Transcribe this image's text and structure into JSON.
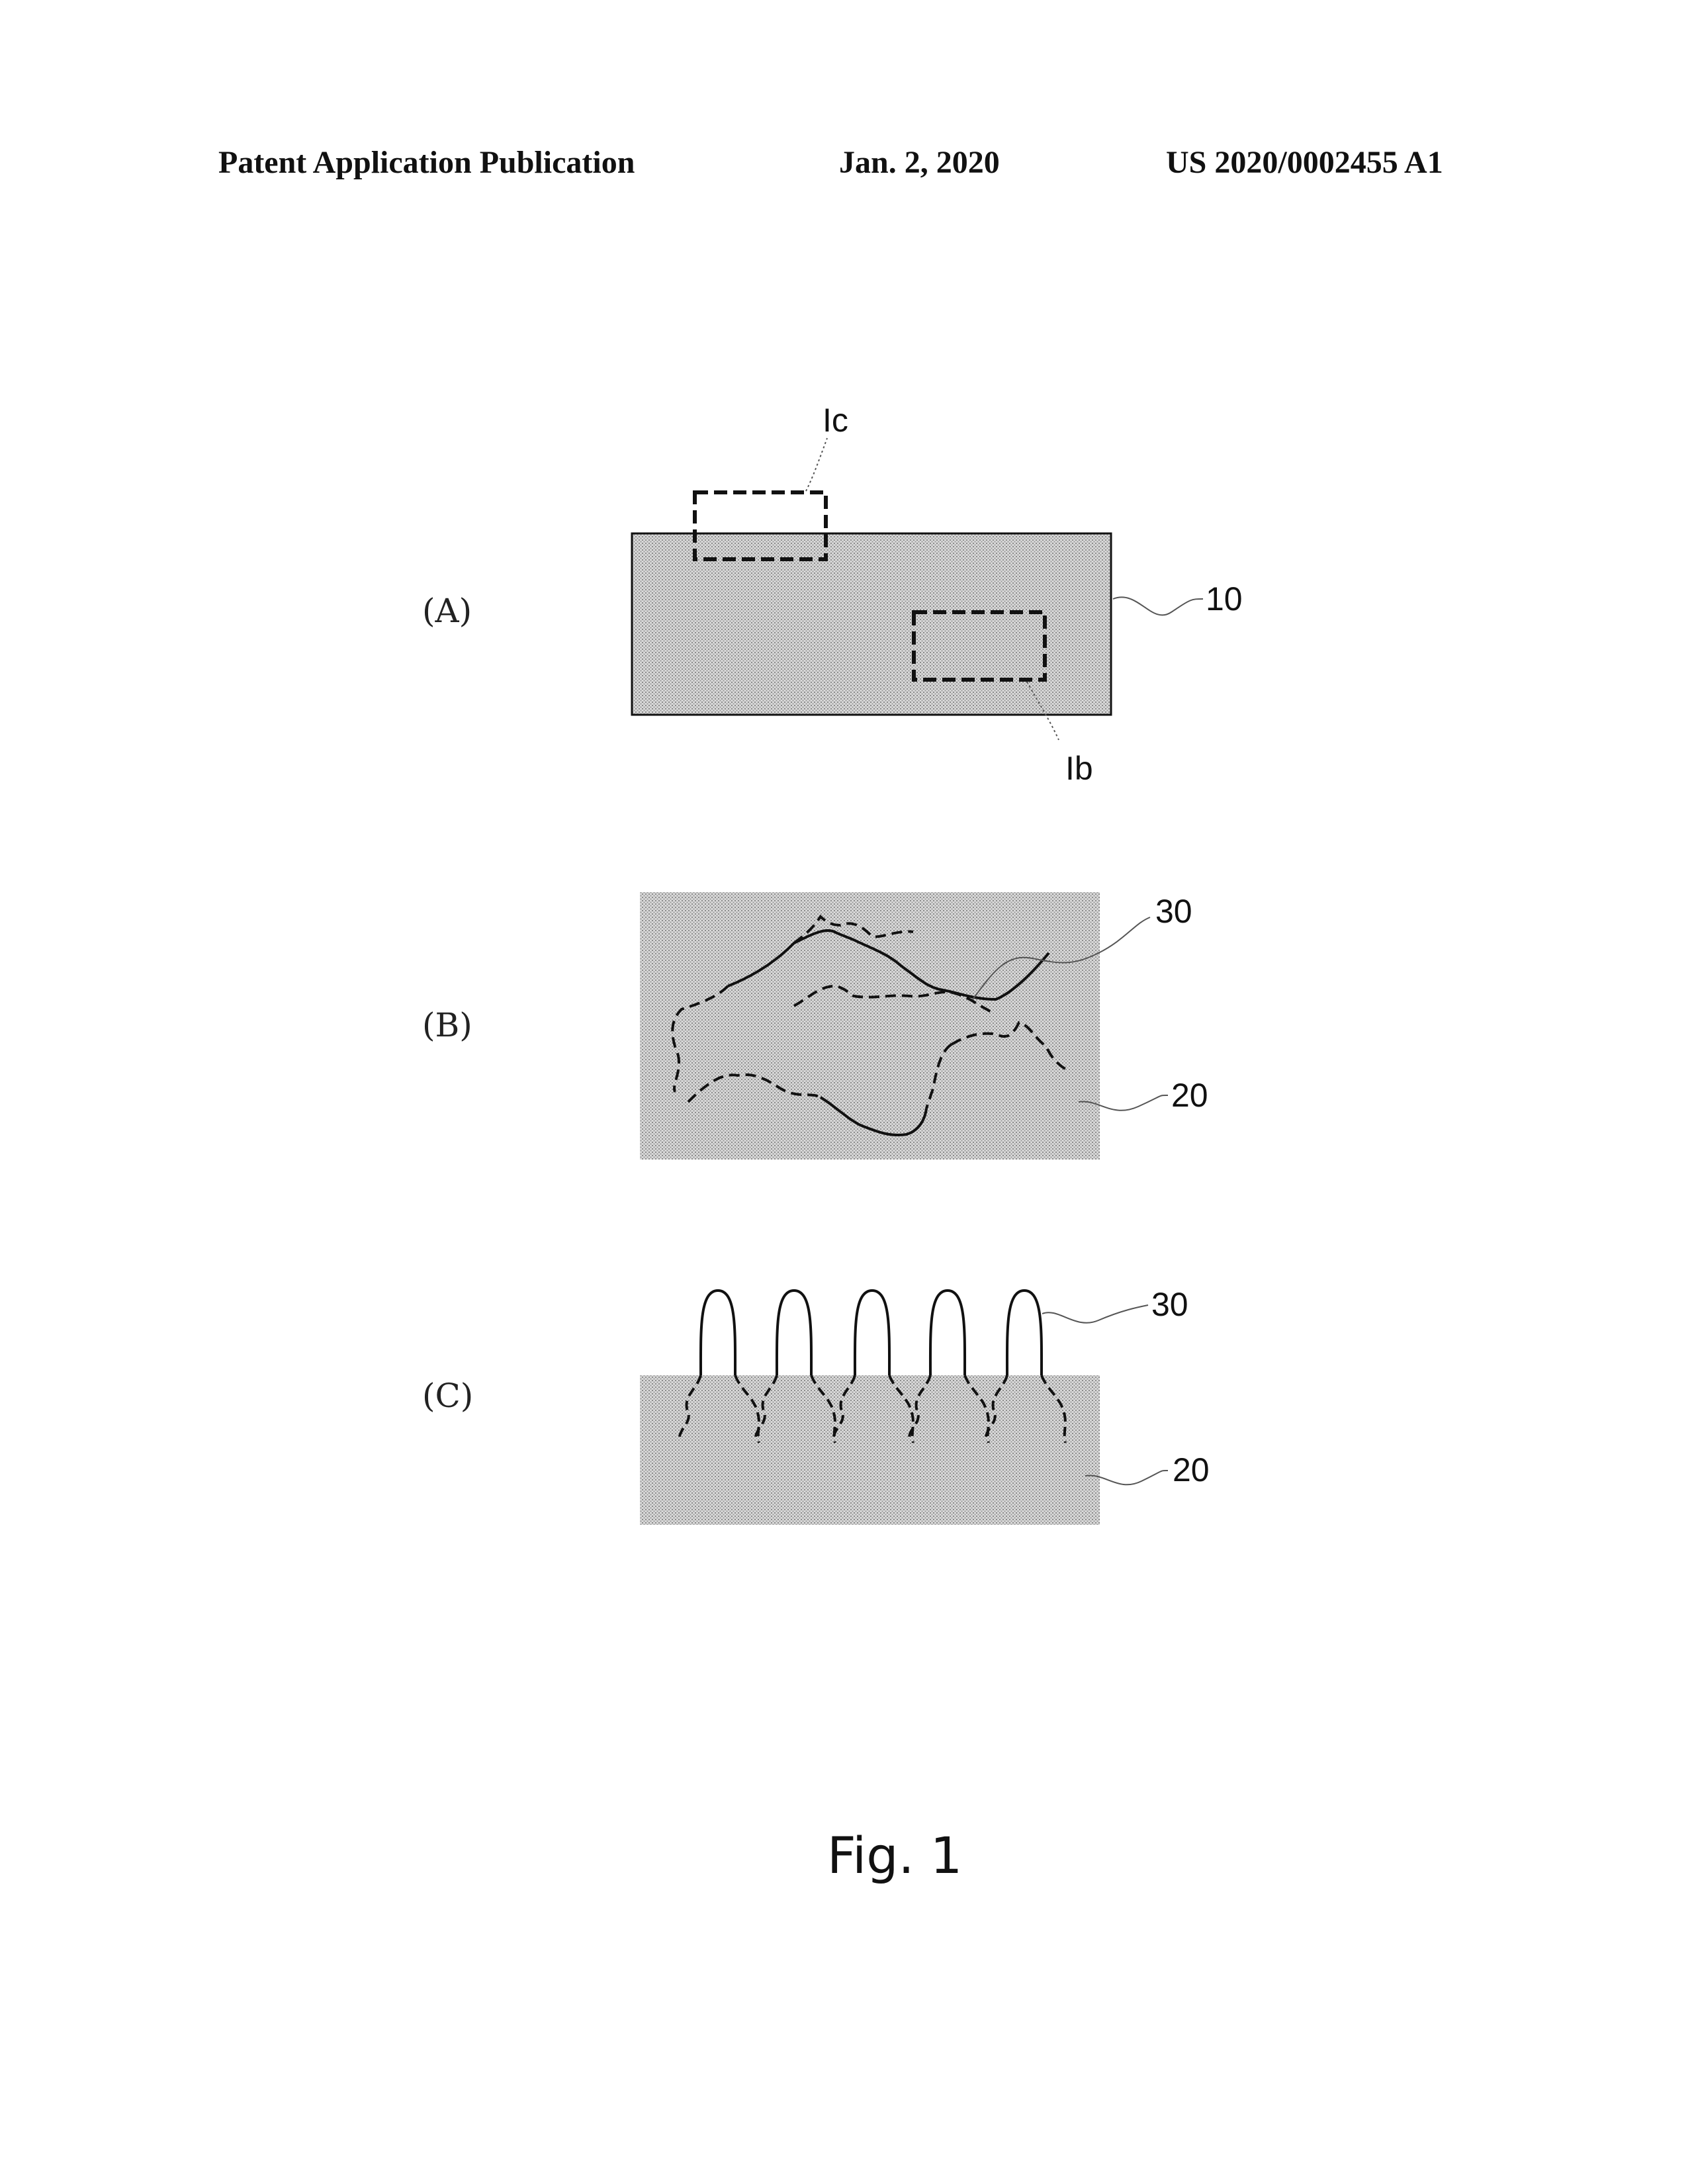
{
  "header": {
    "left": "Patent Application Publication",
    "center": "Jan. 2, 2020",
    "right": "US 2020/0002455 A1"
  },
  "panels": {
    "a": {
      "label": "(A)",
      "ref_body": "10",
      "box_ic": "Ic",
      "box_ib": "Ib"
    },
    "b": {
      "label": "(B)",
      "ref_fiber": "30",
      "ref_matrix": "20"
    },
    "c": {
      "label": "(C)",
      "ref_fiber": "30",
      "ref_matrix": "20"
    }
  },
  "caption": "Fig. 1",
  "colors": {
    "hatch": "#c8c8c8",
    "line": "#111111"
  }
}
